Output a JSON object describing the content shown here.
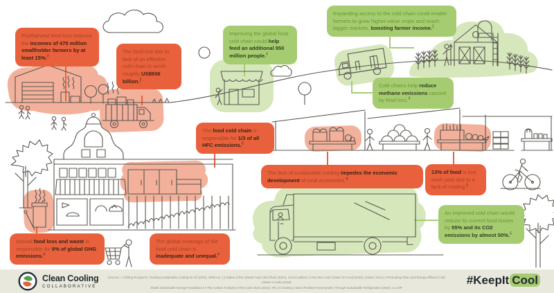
{
  "colors": {
    "callout_red": "#E8603C",
    "callout_green": "#A6CC71",
    "highlight_salmon": "#F3B19C",
    "highlight_pale_green": "#D6E7BC",
    "footer_bg": "#E9E8DC",
    "line_art": "#57554E"
  },
  "callouts": [
    {
      "id": "postharvest-income",
      "style": "red",
      "pos": "c1",
      "sup": "2",
      "segments": [
        {
          "t": "Postharvest food loss reduces the ",
          "b": false
        },
        {
          "t": "incomes of 470 million smallholder farmers by at least 15%",
          "b": true
        },
        {
          "t": ".",
          "b": true
        }
      ]
    },
    {
      "id": "food-lost-value",
      "style": "red",
      "pos": "c2",
      "sup": "2",
      "segments": [
        {
          "t": "The food lost due to lack of an effective cold chain is worth roughly ",
          "b": false
        },
        {
          "t": "US$936 billion",
          "b": true
        },
        {
          "t": ".",
          "b": true
        }
      ]
    },
    {
      "id": "feed-950-million",
      "style": "green",
      "pos": "c3",
      "sup": "6",
      "segments": [
        {
          "t": "Improving the global food cold chain could ",
          "b": false
        },
        {
          "t": "help feed an additional 950 million people",
          "b": true
        },
        {
          "t": ".",
          "b": true
        }
      ]
    },
    {
      "id": "farmer-income",
      "style": "green",
      "pos": "c4",
      "sup": "1",
      "segments": [
        {
          "t": "Expanding access to the cold chain could enable farmers to grow higher-value crops and reach bigger markets, ",
          "b": false
        },
        {
          "t": "boosting farmer income",
          "b": true
        },
        {
          "t": ".",
          "b": true
        }
      ]
    },
    {
      "id": "methane-emissions",
      "style": "green",
      "pos": "c5",
      "sup": "3",
      "segments": [
        {
          "t": "Cold chains help ",
          "b": false
        },
        {
          "t": "reduce methane emissions",
          "b": true
        },
        {
          "t": " caused by food loss.",
          "b": false
        }
      ]
    },
    {
      "id": "hfc-emissions",
      "style": "red",
      "pos": "c6",
      "sup": "5",
      "segments": [
        {
          "t": "The ",
          "b": false
        },
        {
          "t": "food cold chain",
          "b": true
        },
        {
          "t": " is responsible for ",
          "b": false
        },
        {
          "t": "1/3 of all HFC emissions",
          "b": true
        },
        {
          "t": ".",
          "b": true
        }
      ]
    },
    {
      "id": "rural-economies",
      "style": "red",
      "pos": "c7",
      "sup": "4",
      "segments": [
        {
          "t": "The lack of sustainable cooling ",
          "b": false
        },
        {
          "t": "impedes the economic development",
          "b": true
        },
        {
          "t": " of rural economies.",
          "b": false
        }
      ]
    },
    {
      "id": "thirteen-percent-lost",
      "style": "red",
      "pos": "c8",
      "sup": "1",
      "segments": [
        {
          "t": "13% of food",
          "b": true
        },
        {
          "t": " is lost each year due to a lack of cooling.",
          "b": false
        }
      ]
    },
    {
      "id": "improved-cold-chain",
      "style": "green",
      "pos": "c9",
      "sup": "5",
      "segments": [
        {
          "t": "An improved cold chain would reduce its current food losses by ",
          "b": false
        },
        {
          "t": "55% and its CO2 emissions by almost 50%",
          "b": true
        },
        {
          "t": ".",
          "b": true
        }
      ]
    },
    {
      "id": "ghg-emissions",
      "style": "red",
      "pos": "c10",
      "sup": "3",
      "segments": [
        {
          "t": "Annual ",
          "b": false
        },
        {
          "t": "food loss and waste",
          "b": true
        },
        {
          "t": " is responsible for ",
          "b": false
        },
        {
          "t": "8% of global GHG emissions",
          "b": true
        },
        {
          "t": ".",
          "b": true
        }
      ]
    },
    {
      "id": "coverage-unequal",
      "style": "red",
      "pos": "c11",
      "sup": "4",
      "segments": [
        {
          "t": "The global coverage of the food cold chain is ",
          "b": false
        },
        {
          "t": "inadequate and unequal",
          "b": true
        },
        {
          "t": ".",
          "b": true
        }
      ]
    }
  ],
  "footer": {
    "logo_line1": "Clean Cooling",
    "logo_line2": "COLLABORATIVE",
    "sources_line1": "Sources: 1 Chilling Prospects: Tracking Sustainable Cooling for All (2022), SEforALL | 2 Status of the Global Food Cold Chain (2021), Cool Coalition | 3 Net Zero Cold Chains for Food (2020), Carbon Trust | 4 Promoting Clean and Energy Efficient Cold Chains in India (2018)",
    "sources_line2": "Shakti Sustainable Energy Foundation | 5 The Carbon Footprint of the Cold Chain (2021), IIR | 6 Creating a More Resilient Food System Through Sustainable Refrigeration (2022), CLASP",
    "hashtag_prefix": "#KeepIt",
    "hashtag_highlight": "Cool"
  }
}
